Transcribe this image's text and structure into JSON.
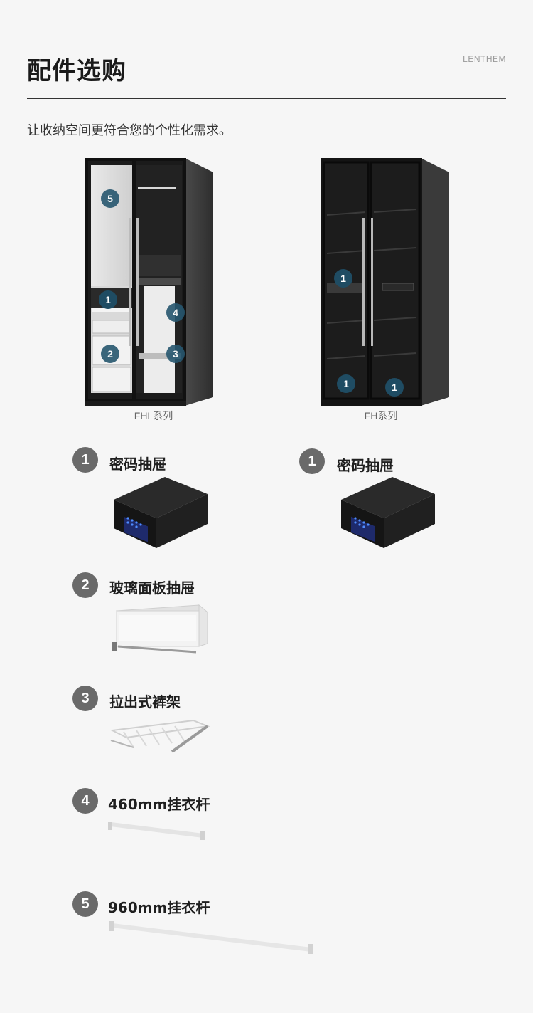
{
  "header": {
    "title": "配件选购",
    "brand": "LENTHEM",
    "subtitle": "让收纳空间更符合您的个性化需求。"
  },
  "cabinets": [
    {
      "caption": "FHL系列",
      "markers": [
        "5",
        "1",
        "4",
        "2",
        "3"
      ]
    },
    {
      "caption": "FH系列",
      "markers": [
        "1",
        "1",
        "1"
      ]
    }
  ],
  "accessories_left": [
    {
      "number": "1",
      "label": "密码抽屉",
      "icon": "safe-drawer-icon"
    },
    {
      "number": "2",
      "label": "玻璃面板抽屉",
      "icon": "glass-drawer-icon"
    },
    {
      "number": "3",
      "label": "拉出式裤架",
      "icon": "trouser-rack-icon"
    },
    {
      "number": "4",
      "label": "460mm挂衣杆",
      "icon": "short-rail-icon"
    },
    {
      "number": "5",
      "label": "960mm挂衣杆",
      "icon": "long-rail-icon"
    }
  ],
  "accessories_right": [
    {
      "number": "1",
      "label": "密码抽屉",
      "icon": "safe-drawer-icon"
    }
  ]
}
